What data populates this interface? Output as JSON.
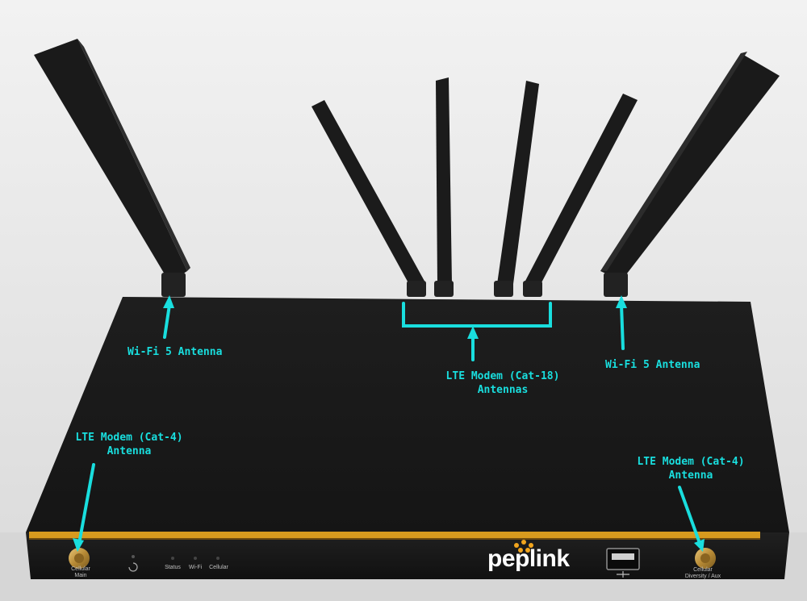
{
  "callouts": {
    "wifi_left": "Wi-Fi 5 Antenna",
    "wifi_right": "Wi-Fi 5 Antenna",
    "lte18_line1": "LTE Modem (Cat-18)",
    "lte18_line2": "Antennas",
    "lte4_left_line1": "LTE Modem (Cat-4)",
    "lte4_left_line2": "Antenna",
    "lte4_right_line1": "LTE Modem (Cat-4)",
    "lte4_right_line2": "Antenna"
  },
  "panel": {
    "cellular_main_line1": "Cellular",
    "cellular_main_line2": "Main",
    "status": "Status",
    "wifi": "Wi-Fi",
    "cellular": "Cellular",
    "brand": "peplink",
    "cellular_div_line1": "Cellular",
    "cellular_div_line2": "Diversity / Aux"
  },
  "colors": {
    "annotation": "#19dede",
    "chassis": "#1b1b1b",
    "accent_strip": "#d79a1e",
    "background": "#e9e9e9"
  }
}
